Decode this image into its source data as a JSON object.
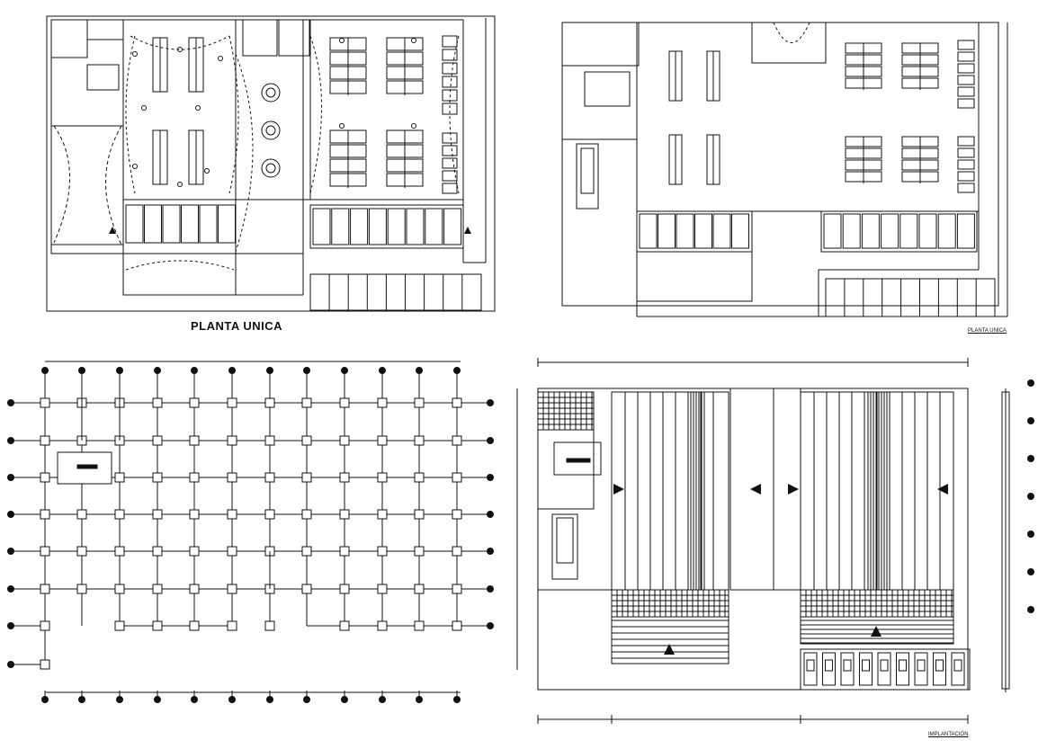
{
  "drawing": {
    "captions": {
      "plan_top_left": "PLANTA UNICA",
      "plan_top_right": "PLANTA UNICA",
      "site_plan": "IMPLANTACIÓN"
    },
    "colors": {
      "ink": "#111111",
      "background": "#ffffff"
    }
  }
}
